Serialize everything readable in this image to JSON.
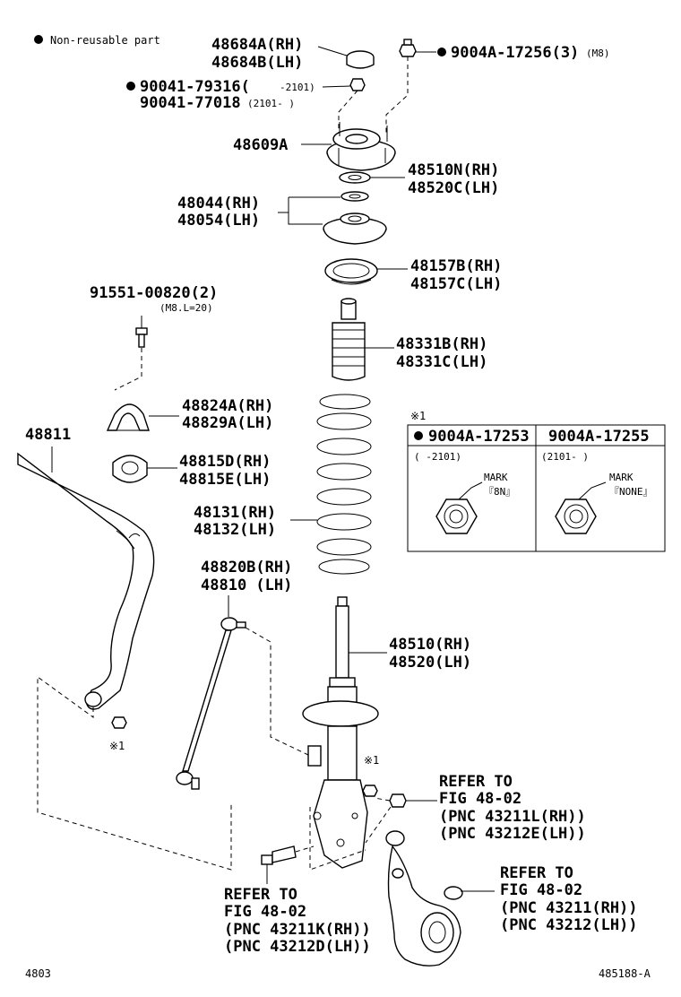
{
  "legend": {
    "text": "Non-reusable part"
  },
  "labels": {
    "p48684a": "48684A(RH)",
    "p48684b": "48684B(LH)",
    "p9004a17256": "9004A-17256(3)",
    "p9004a17256_note": "(M8)",
    "p90041_79316": "90041-79316(",
    "p90041_79316_range": "-2101)",
    "p90041_77018": "90041-77018",
    "p90041_77018_range": "(2101-    )",
    "p48609a": "48609A",
    "p48510n": "48510N(RH)",
    "p48520c": "48520C(LH)",
    "p48044": "48044(RH)",
    "p48054": "48054(LH)",
    "p48157b": "48157B(RH)",
    "p48157c": "48157C(LH)",
    "p91551": "91551-00820(2)",
    "p91551_note": "(M8.L=20)",
    "p48331b": "48331B(RH)",
    "p48331c": "48331C(LH)",
    "p48824a": "48824A(RH)",
    "p48829a": "48829A(LH)",
    "p48811": "48811",
    "p48815d": "48815D(RH)",
    "p48815e": "48815E(LH)",
    "p48131": "48131(RH)",
    "p48132": "48132(LH)",
    "p48820b": "48820B(RH)",
    "p48810": "48810 (LH)",
    "p48510": "48510(RH)",
    "p48520": "48520(LH)",
    "ref_mark": "※1",
    "ref_mark_left": "※1",
    "ref_mark_right": "※1"
  },
  "inset": {
    "mark": "※1",
    "col1_part": "9004A-17253",
    "col2_part": "9004A-17255",
    "col1_range": "(    -2101)",
    "col2_range": "(2101-    )",
    "col1_mark_label": "MARK",
    "col1_mark_value": "『8N』",
    "col2_mark_label": "MARK",
    "col2_mark_value": "『NONE』"
  },
  "refers": {
    "upper_right": [
      "REFER TO",
      "FIG 48-02",
      "(PNC 43211L(RH))",
      "(PNC 43212E(LH))"
    ],
    "lower_left": [
      "REFER TO",
      "FIG 48-02",
      "(PNC 43211K(RH))",
      "(PNC 43212D(LH))"
    ],
    "lower_right": [
      "REFER TO",
      "FIG 48-02",
      "(PNC 43211(RH))",
      "(PNC 43212(LH))"
    ]
  },
  "footer": {
    "left_code": "4803",
    "right_code": "485188-A"
  }
}
